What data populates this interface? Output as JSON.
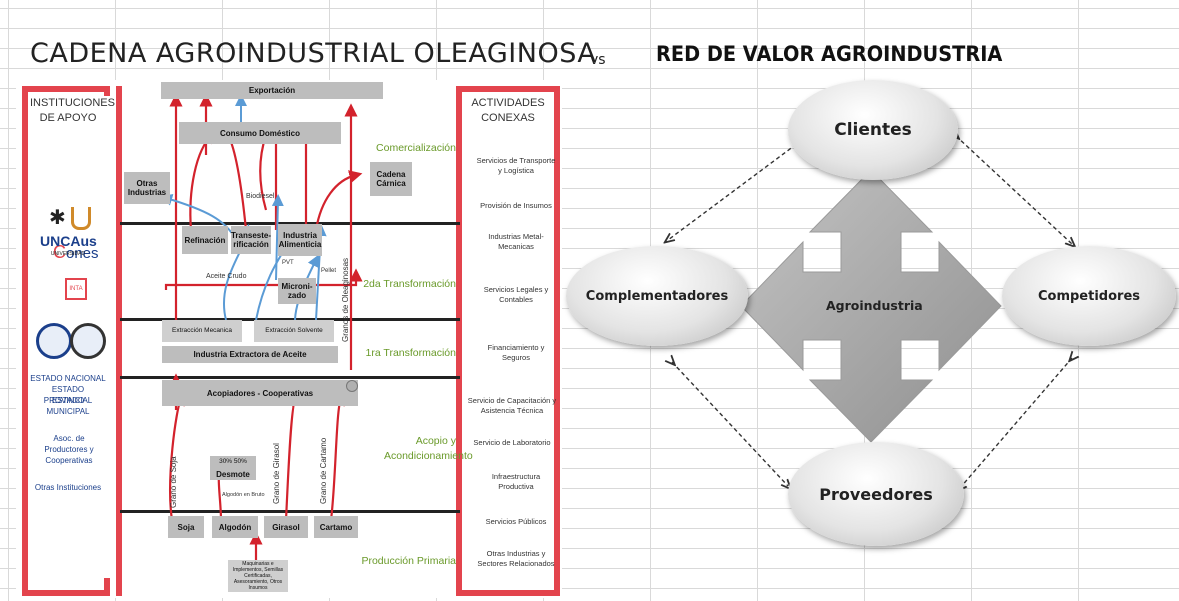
{
  "titles": {
    "left": "CADENA AGROINDUSTRIAL OLEAGINOSA",
    "vs": "vs",
    "right": "RED DE VALOR AGROINDUSTRIA"
  },
  "left_diagram": {
    "institutions": {
      "heading": "INSTITUCIONES DE APOYO",
      "logo_ones": "ones",
      "logo_unca": "UNCAus",
      "logo_unca_sub": "UNIVERSIDAD",
      "logo_inta": "INTA",
      "gov": [
        "ESTADO NACIONAL",
        "ESTADO PROVINCIAL",
        "ESTADO MUNICIPAL"
      ],
      "assoc": "Asoc. de Productores y Cooperativas",
      "others": "Otras Instituciones"
    },
    "activities": {
      "heading": "ACTIVIDADES CONEXAS",
      "items": [
        "Servicios de Transporte y Logística",
        "Provisión de Insumos",
        "Industrias Metal-Mecanicas",
        "Servicios Legales y Contables",
        "Financiamiento y Seguros",
        "Servicio de Capacitación y Asistencia Técnica",
        "Servicio de Laboratorio",
        "Infraestructura Productiva",
        "Servicios Públicos",
        "Otras Industrias y Sectores Relacionados"
      ]
    },
    "stages": [
      "Comercialización",
      "2da Transformación",
      "1ra Transformación",
      "Acopio y Acondicionamiento",
      "Producción Primaria"
    ],
    "boxes": {
      "exportacion": "Exportación",
      "consumo": "Consumo Doméstico",
      "otras_industrias": "Otras Industrias",
      "cadena_carnica": "Cadena Cárnica",
      "refinacion": "Refinación",
      "transesterificacion": "Transeste-rificación",
      "industria_alimenticia": "Industria Alimenticia",
      "micronizado": "Microni-zado",
      "extraccion_mecanica": "Extracción Mecanica",
      "extraccion_solvente": "Extracción Solvente",
      "industria_extractora": "Industria Extractora de Aceite",
      "acopiadores": "Acopiadores - Cooperativas",
      "desmote": "Desmote",
      "desmote_pct": "30%   50%",
      "crops": [
        "Soja",
        "Algodón",
        "Girasol",
        "Cartamo"
      ],
      "insumos": "Maquinarias e Implementos, Semillas Certificadas, Asesoramiento, Otros Insumos"
    },
    "arrow_labels": {
      "aceite_crudo": "Aceite Crudo",
      "biodiesel": "Biodiesel",
      "pellet": "Pellet",
      "pvt": "PVT",
      "grano_soja": "Grano de Soja",
      "grano_girasol": "Grano de Girasol",
      "grano_cartamo": "Grano de Cartamo",
      "granos_oleaginosas": "Granos de Oleaginosas",
      "algodon_bruto": "Algodón en Bruto"
    }
  },
  "right_diagram": {
    "nodes": {
      "top": "Clientes",
      "left": "Complementadores",
      "center": "Agroindustria",
      "right": "Competidores",
      "bottom": "Proveedores"
    }
  },
  "colors": {
    "accent_red": "#e3444d",
    "arrow_red": "#d3222c",
    "arrow_blue": "#5b9bd5",
    "inst_blue": "#1b3f8b",
    "stage_green": "#6a9a2a",
    "box_gray": "#bdbdbd"
  }
}
